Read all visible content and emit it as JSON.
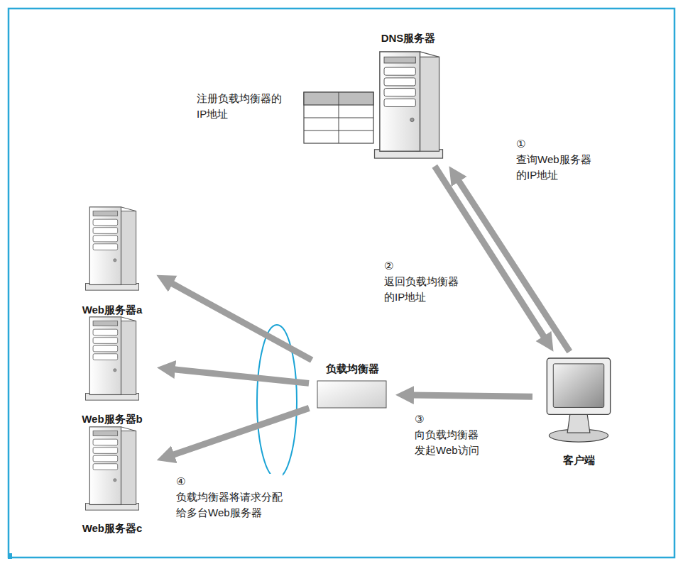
{
  "diagram": {
    "nodes": [
      {
        "text": [
          "DNS服务器"
        ]
      },
      {
        "text": [
          "Web服务器a"
        ]
      },
      {
        "text": [
          "Web服务器b"
        ]
      },
      {
        "text": [
          "Web服务器c"
        ]
      },
      {
        "text": [
          "负载均衡器"
        ]
      },
      {
        "text": [
          "客户端"
        ]
      }
    ],
    "edges": [
      {
        "from": 5,
        "to": 0,
        "arrow": "to",
        "label": "① 查询Web服务器 的IP地址"
      },
      {
        "from": 0,
        "to": 5,
        "arrow": "to",
        "label": "② 返回负载均衡器 的IP地址"
      },
      {
        "from": 5,
        "to": 4,
        "arrow": "to",
        "label": "③ 向负载均衡器 发起Web访问"
      },
      {
        "from": 4,
        "to": 1,
        "arrow": "to"
      },
      {
        "from": 4,
        "to": 2,
        "arrow": "to"
      },
      {
        "from": 4,
        "to": 3,
        "arrow": "to"
      }
    ],
    "labels": [
      "注册负载均衡器的 IP地址",
      "④ 负载均衡器将请求分配 给多台Web服务器"
    ]
  }
}
